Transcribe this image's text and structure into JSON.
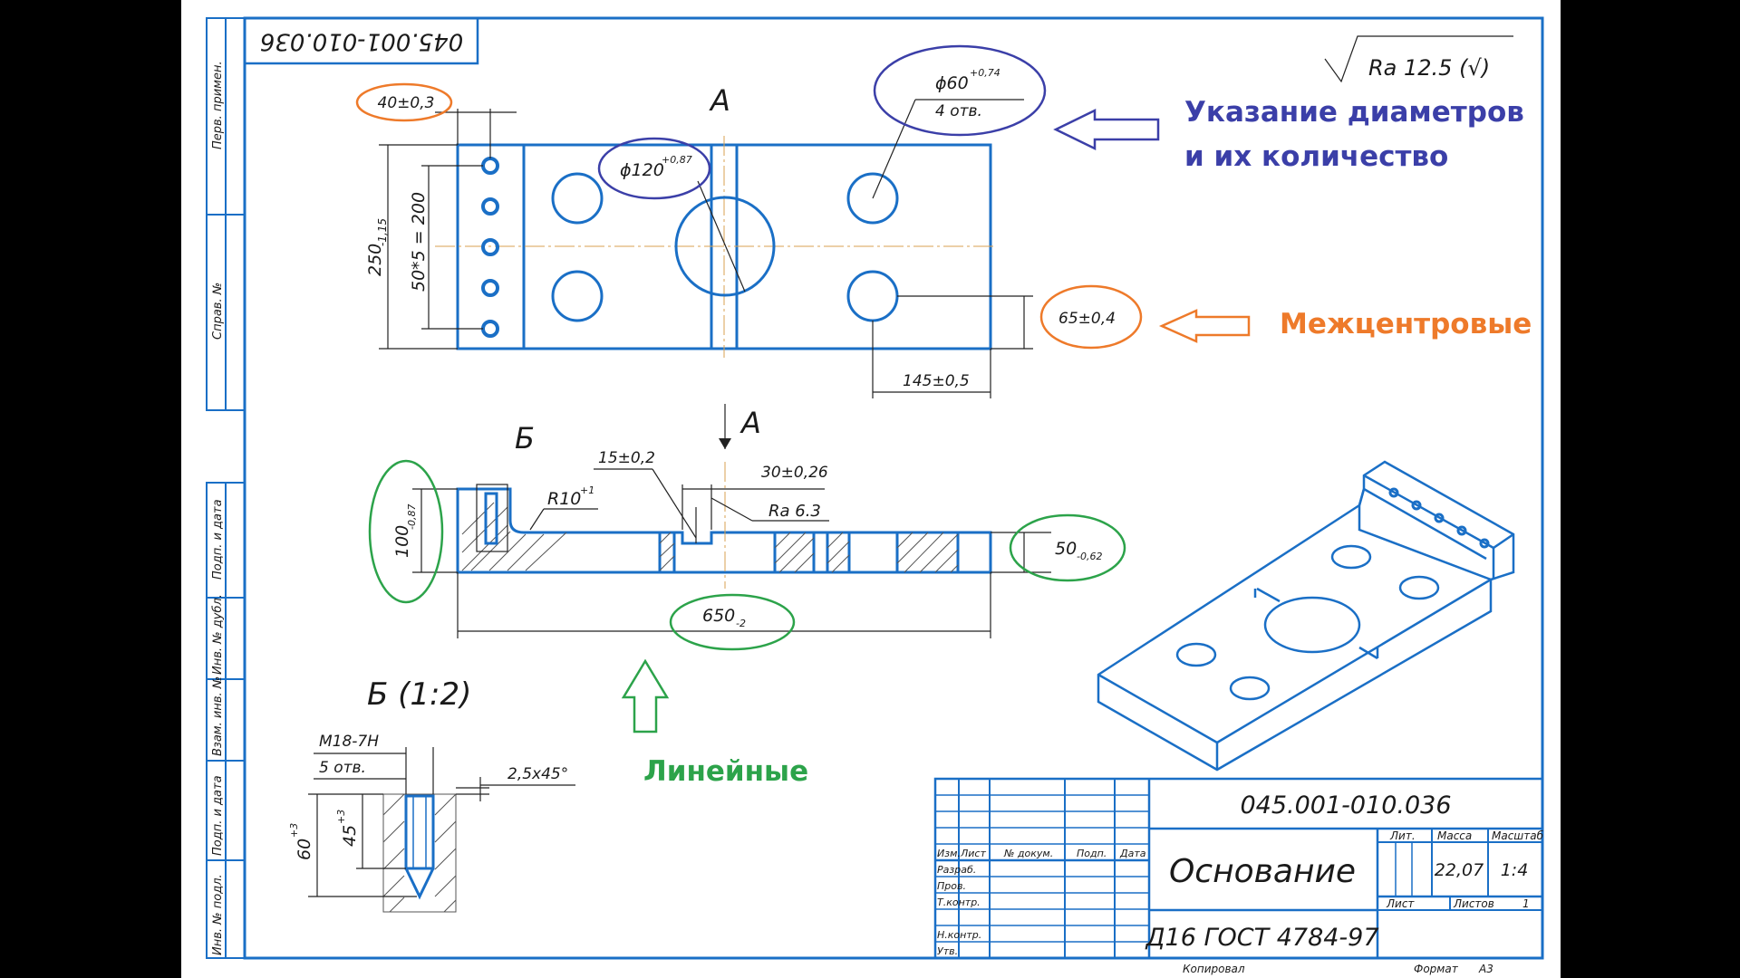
{
  "drawing": {
    "code_top": "045.001-010.036",
    "code_title": "045.001-010.036",
    "part_name": "Основание",
    "material": "Д16  ГОСТ 4784-97",
    "roughness_general": "Ra 12.5 (√)",
    "view_label_a_top": "А",
    "view_label_a_side": "А",
    "view_label_b": "Б",
    "detail_label": "Б (1:2)"
  },
  "dimensions": {
    "d40": "40±0,3",
    "d250": "250",
    "d250_tol": "-1,15",
    "d50x5": "50*5 = 200",
    "d120": "ϕ120",
    "d120_tol": "+0,87",
    "d60": "ϕ60",
    "d60_tol": "+0,74",
    "d60_count": "4 отв.",
    "d65": "65±0,4",
    "d145": "145±0,5",
    "d15": "15±0,2",
    "d30": "30±0,26",
    "ra63": "Ra 6.3",
    "r10": "R10",
    "r10_tol": "+1",
    "d100": "100",
    "d100_tol": "-0,87",
    "d50": "50",
    "d50_tol": "-0,62",
    "d650": "650",
    "d650_tol": "-2",
    "m18": "M18-7H",
    "m18_count": "5 отв.",
    "chamfer": "2,5x45°",
    "d60b": "60",
    "d60b_tol": "+3",
    "d45": "45",
    "d45_tol": "+3"
  },
  "annotations": {
    "diameters_line1": "Указание диаметров",
    "diameters_line2": "и их количество",
    "center": "Межцентровые",
    "linear": "Линейные"
  },
  "side_stamp": {
    "perv": "Перв. примен.",
    "sprav": "Справ. №",
    "podp1": "Подп. и дата",
    "inv_dubl": "Инв. № дубл.",
    "vzam": "Взам. инв. №",
    "podp2": "Подп. и дата",
    "inv_podl": "Инв. № подл."
  },
  "title_block": {
    "izm": "Изм.",
    "list": "Лист",
    "ndok": "№ докум.",
    "podp": "Подп.",
    "data": "Дата",
    "razrab": "Разраб.",
    "prov": "Пров.",
    "tkontr": "Т.контр.",
    "nkontr": "Н.контр.",
    "utv": "Утв.",
    "lit": "Лит.",
    "massa": "Масса",
    "masshtab": "Масштаб",
    "massa_val": "22,07",
    "masshtab_val": "1:4",
    "list2": "Лист",
    "listov": "Листов",
    "listov_val": "1",
    "kopiroval": "Копировал",
    "format": "Формат",
    "format_val": "А3"
  },
  "colors": {
    "line": "#1a6fc6",
    "blue_callout": "#3b3fa8",
    "orange_callout": "#ee7a2a",
    "green_callout": "#2ca34a"
  }
}
